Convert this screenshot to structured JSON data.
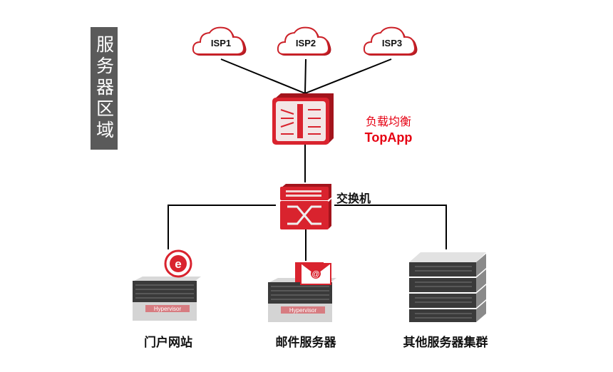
{
  "region": {
    "label": "服务器区域"
  },
  "isps": [
    {
      "label": "ISP1"
    },
    {
      "label": "ISP2"
    },
    {
      "label": "ISP3"
    }
  ],
  "load_balancer": {
    "line1": "负载均衡",
    "line2": "TopApp",
    "icon": "load-balancer-icon"
  },
  "switch": {
    "label": "交换机",
    "icon": "switch-icon"
  },
  "servers": [
    {
      "label": "门户网站",
      "badge_icon": "internet-explorer-icon",
      "badge_text": "Hypervisor"
    },
    {
      "label": "邮件服务器",
      "badge_icon": "email-envelope-icon",
      "badge_text": "Hypervisor"
    },
    {
      "label": "其他服务器集群",
      "badge_icon": "server-stack-icon"
    }
  ],
  "colors": {
    "accent": "#e60012",
    "device_red": "#d9232e",
    "line": "#000000",
    "region_bg": "#5a5a5a"
  }
}
